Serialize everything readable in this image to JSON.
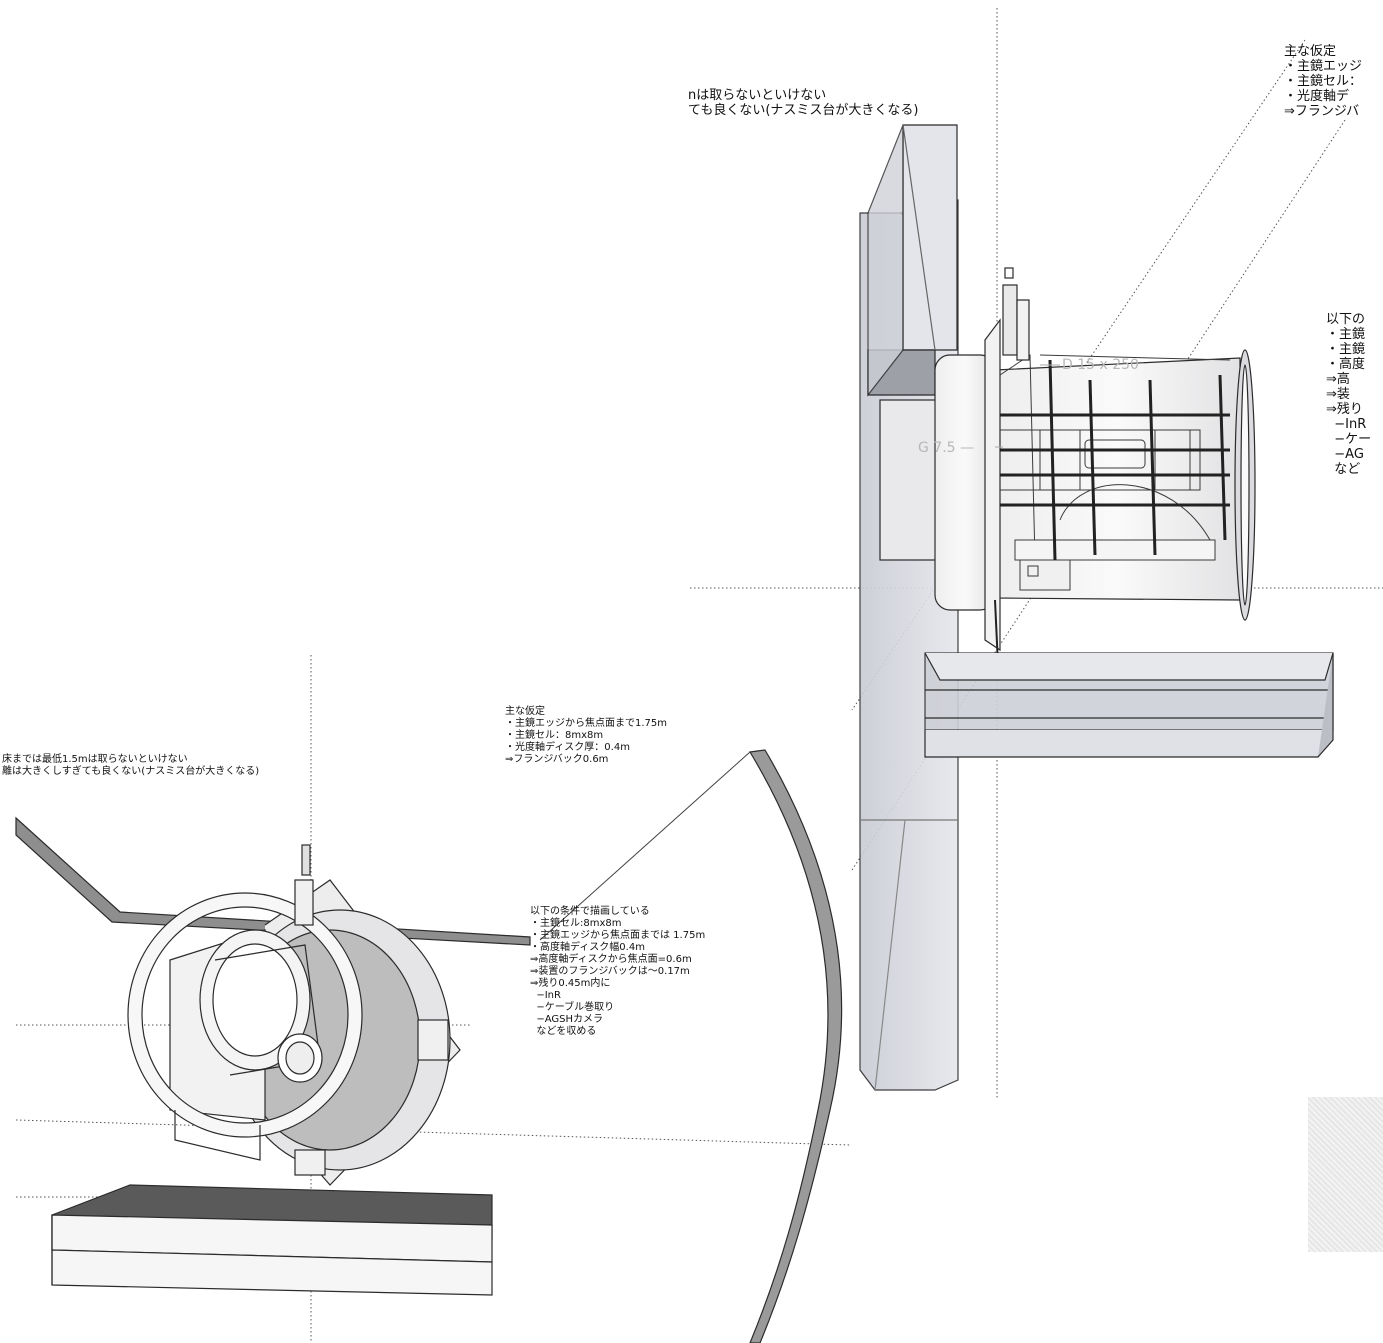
{
  "notes": {
    "left_top": {
      "lines": [
        "床までは最低1.5mは取らないといけない",
        "離は大きくしすぎても良くない(ナスミス台が大きくなる)"
      ]
    },
    "left_assumptions": {
      "lines": [
        "主な仮定",
        "・主鏡エッジから焦点面まで1.75m",
        "・主鏡セル：8mx8m",
        "・光度軸ディスク厚：0.4m",
        "⇒フランジバック0.6m"
      ]
    },
    "left_conditions": {
      "lines": [
        "以下の条件で描画している",
        "・主鏡セル:8mx8m",
        "・主鏡エッジから焦点面までは 1.75m",
        "・高度軸ディスク幅0.4m",
        "⇒高度軸ディスクから焦点面=0.6m",
        "⇒装置のフランジバックは～0.17m",
        "⇒残り0.45m内に",
        "  −InR",
        "  −ケーブル巻取り",
        "  −AGSHカメラ",
        "  などを収める"
      ]
    },
    "right_top": {
      "lines": [
        "nは取らないといけない",
        "ても良くない(ナスミス台が大きくなる)"
      ]
    },
    "right_assumptions": {
      "lines": [
        "主な仮定",
        "・主鏡エッジ",
        "・主鏡セル：",
        "・光度軸デ",
        "⇒フランジバ"
      ]
    },
    "right_conditions": {
      "lines": [
        "以下の",
        "・主鏡",
        "・主鏡",
        "・高度",
        "⇒高",
        "⇒装",
        "⇒残り",
        "  −InR",
        "  −ケー",
        "  −AG",
        "  など"
      ]
    }
  },
  "dimensions": {
    "label_a": "G 7.5 —",
    "label_b": "D 15 x 250"
  },
  "colors": {
    "outline": "#2b2b2b",
    "guide": "#555555",
    "glass": "#d9dbe3",
    "glass_dark": "#b4b6bf",
    "floor_top": "#5a5a5a",
    "wall": "#9a9a9a"
  }
}
